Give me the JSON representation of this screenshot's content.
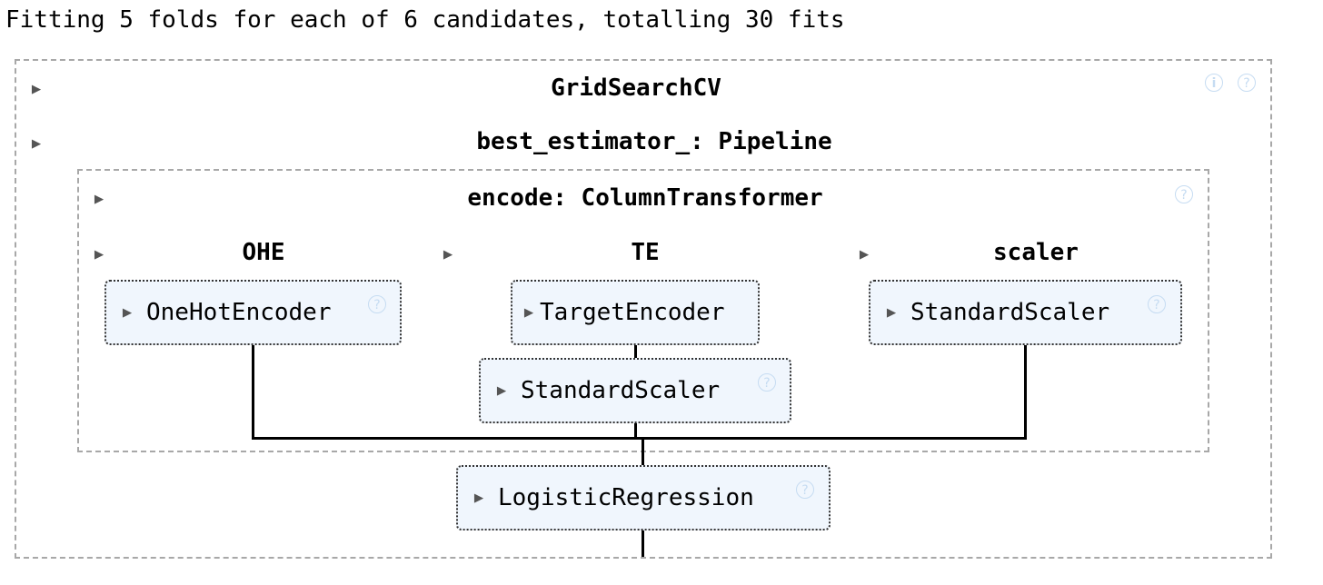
{
  "log_text": "Fitting 5 folds for each of 6 candidates, totalling 30 fits",
  "outer": {
    "title": "GridSearchCV",
    "info_icon": "i",
    "help_icon": "?",
    "best_title": "best_estimator_: Pipeline"
  },
  "encode": {
    "title": "encode: ColumnTransformer",
    "help_icon": "?"
  },
  "branches": {
    "ohe": {
      "title": "OHE",
      "estimator": "OneHotEncoder",
      "help_icon": "?"
    },
    "te": {
      "title": "TE",
      "estimator": "TargetEncoder",
      "sub_estimator": "StandardScaler",
      "help_icon": "?"
    },
    "scaler": {
      "title": "scaler",
      "estimator": "StandardScaler",
      "help_icon": "?"
    }
  },
  "final": {
    "estimator": "LogisticRegression",
    "help_icon": "?"
  },
  "arrow_glyph": "▶"
}
